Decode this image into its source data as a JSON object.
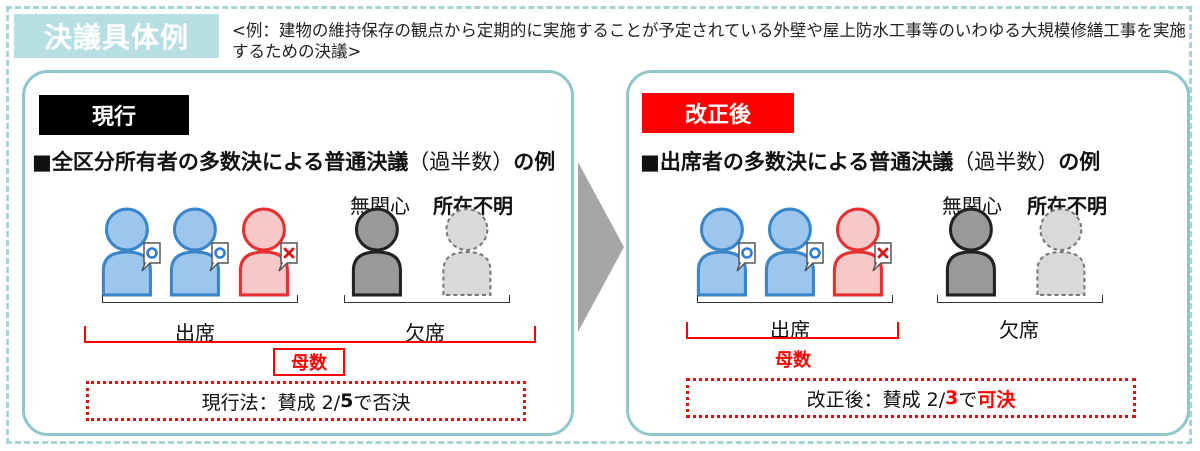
{
  "header": {
    "title": "決議具体例",
    "note": "<例：建物の維持保存の観点から定期的に実施することが予定されている外壁や屋上防水工事等のいわゆる大規模修繕工事を実施するための決議>"
  },
  "left": {
    "tag": "現行",
    "heading_bold1": "■全区分所有者の多数決による普通決議",
    "heading_light": "（過半数）",
    "heading_bold2": "の例",
    "label_mukanshin": "無関心",
    "label_fumei": "所在不明",
    "label_shusseki": "出席",
    "label_kesseki": "欠席",
    "boshu": "母数",
    "result_prefix": "現行法：賛成 2/",
    "result_denominator": "5",
    "result_suffix": "で否決"
  },
  "right": {
    "tag": "改正後",
    "heading_bold1": "■出席者の多数決による普通決議",
    "heading_light": "（過半数）",
    "heading_bold2": "の例",
    "label_mukanshin": "無関心",
    "label_fumei": "所在不明",
    "label_shusseki": "出席",
    "label_kesseki": "欠席",
    "boshu": "母数",
    "result_prefix": "改正後：賛成 2/",
    "result_denominator": "3",
    "result_mid": "で",
    "result_suffix": "可決"
  },
  "colors": {
    "accent": "#8ec6cc",
    "title_bg": "#b7dfe3",
    "favor": "#9dc6ee",
    "favor_outline": "#3a86c8",
    "against": "#f6c8c8",
    "against_outline": "#e83030",
    "indifferent": "#999999",
    "unknown": "#d9d9d9",
    "red": "#ff0000"
  },
  "icons": {
    "favor_mark": "circle-mark-icon",
    "against_mark": "cross-mark-icon",
    "arrow": "right-arrow-icon"
  }
}
